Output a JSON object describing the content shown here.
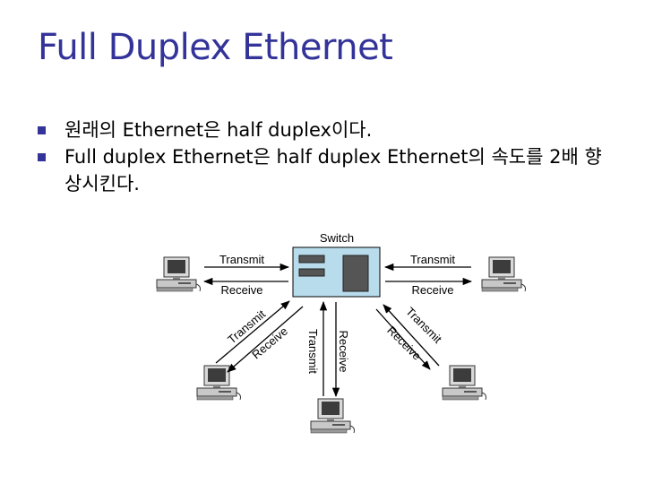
{
  "slide": {
    "title": "Full Duplex Ethernet",
    "bullets": [
      "원래의 Ethernet은 half duplex이다.",
      "Full duplex Ethernet은 half duplex Ethernet의 속도를 2배 향상시킨다."
    ]
  },
  "diagram": {
    "switch_label": "Switch",
    "links": {
      "left": {
        "transmit": "Transmit",
        "receive": "Receive"
      },
      "right": {
        "transmit": "Transmit",
        "receive": "Receive"
      },
      "bottom_left": {
        "transmit": "Transmit",
        "receive": "Receive"
      },
      "bottom": {
        "transmit": "Transmit",
        "receive": "Receive"
      },
      "bottom_right": {
        "transmit": "Transmit",
        "receive": "Receive"
      }
    },
    "colors": {
      "switch_fill": "#b8dcec",
      "title": "#333399"
    }
  }
}
